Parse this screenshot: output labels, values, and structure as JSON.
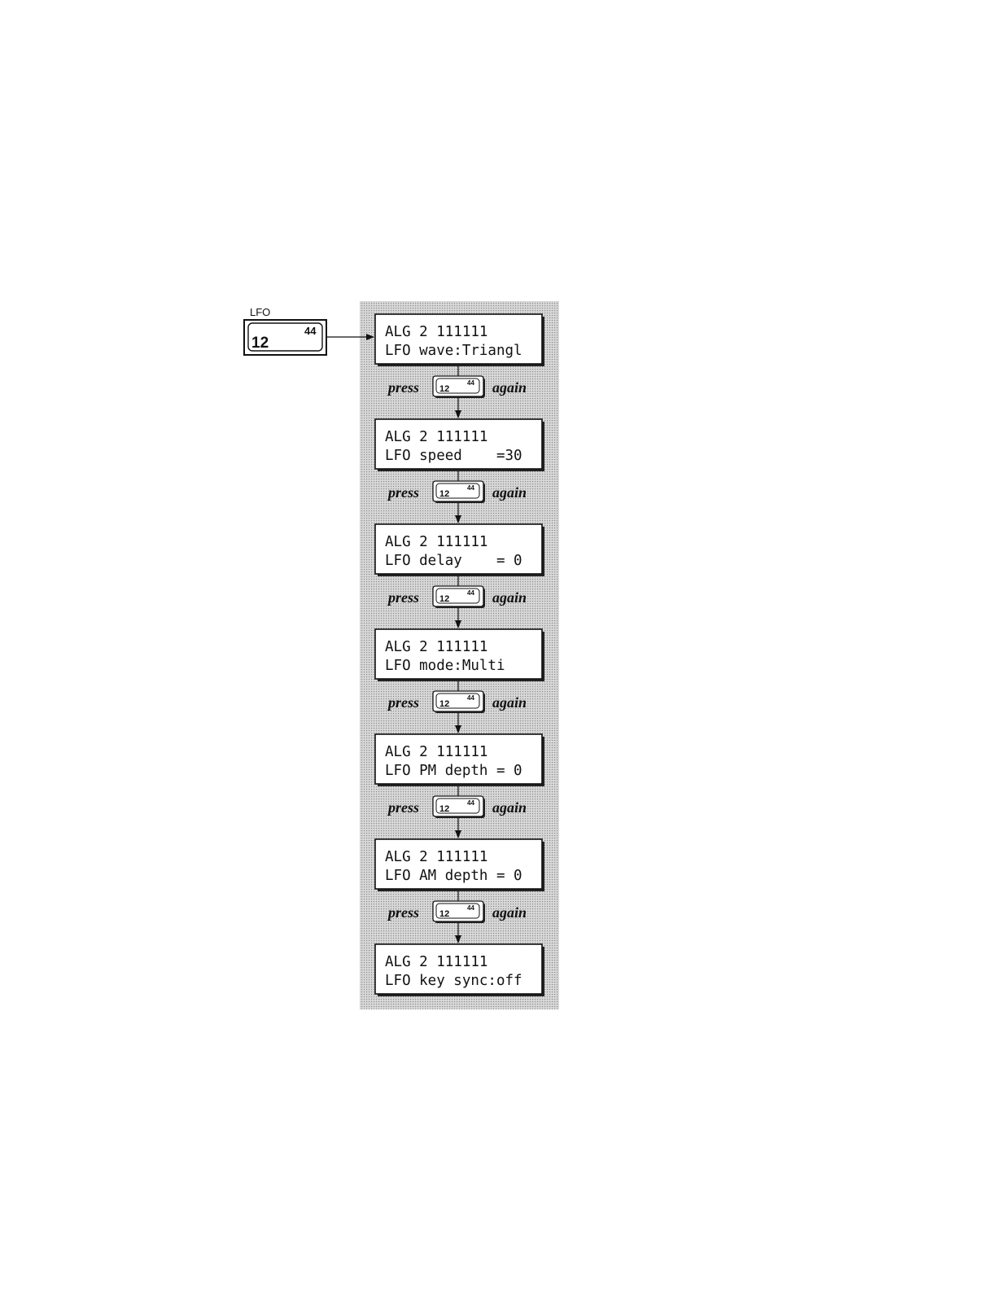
{
  "lfo_button": {
    "label": "LFO",
    "number": "12",
    "superscript": "44"
  },
  "steps": [
    {
      "line1": "ALG 2 111111",
      "line2": "LFO wave:Triangl"
    },
    {
      "line1": "ALG 2 111111",
      "line2": "LFO speed    =30"
    },
    {
      "line1": "ALG 2 111111",
      "line2": "LFO delay    = 0"
    },
    {
      "line1": "ALG 2 111111",
      "line2": "LFO mode:Multi"
    },
    {
      "line1": "ALG 2 111111",
      "line2": "LFO PM depth = 0"
    },
    {
      "line1": "ALG 2 111111",
      "line2": "LFO AM depth = 0"
    },
    {
      "line1": "ALG 2 111111",
      "line2": "LFO key sync:off"
    }
  ],
  "press_step": {
    "before": "press",
    "after": "again",
    "button_number": "12",
    "button_superscript": "44"
  },
  "colors": {
    "panel_gray": "#c9c9c9",
    "ink": "#111111",
    "lcd_bg": "#ffffff"
  }
}
